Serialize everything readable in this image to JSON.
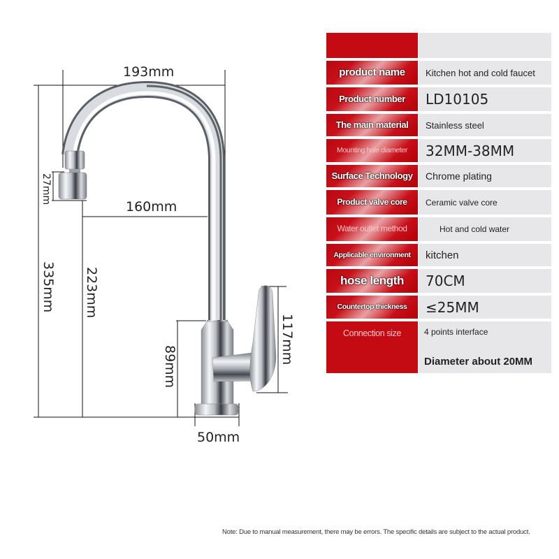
{
  "diagram": {
    "dimensions": {
      "spout_reach": "193mm",
      "aerator_height": "27mm",
      "outlet_reach": "160mm",
      "total_height": "335mm",
      "outlet_height": "223mm",
      "body_height": "89mm",
      "handle_height": "117mm",
      "base_diameter": "50mm"
    }
  },
  "spec_table": {
    "header": {
      "key": "",
      "value": ""
    },
    "rows": [
      {
        "key": "product name",
        "value": "Kitchen hot and cold faucet"
      },
      {
        "key": "Product number",
        "value": "LD10105"
      },
      {
        "key": "The main material",
        "value": "Stainless steel"
      },
      {
        "key": "Mounting hole diameter",
        "value": "32MM-38MM"
      },
      {
        "key": "Surface Technology",
        "value": "Chrome plating"
      },
      {
        "key": "Product valve core",
        "value": "Ceramic valve core"
      },
      {
        "key": "Water outlet method",
        "value": "Hot and cold water"
      },
      {
        "key": "Applicable environment",
        "value": "kitchen"
      },
      {
        "key": "hose length",
        "value": "70CM"
      },
      {
        "key": "Countertop thickness",
        "value": "≤25MM"
      },
      {
        "key": "Connection size",
        "value": "4 points interface",
        "value_line2": "Diameter about 20MM"
      }
    ]
  },
  "colors": {
    "accent_red": "#c40a12",
    "value_bg": "#e7e7e9",
    "chrome": "#c8ccd2"
  },
  "note": "Note: Due to manual measurement, there may be errors. The specific details are subject to the actual product."
}
